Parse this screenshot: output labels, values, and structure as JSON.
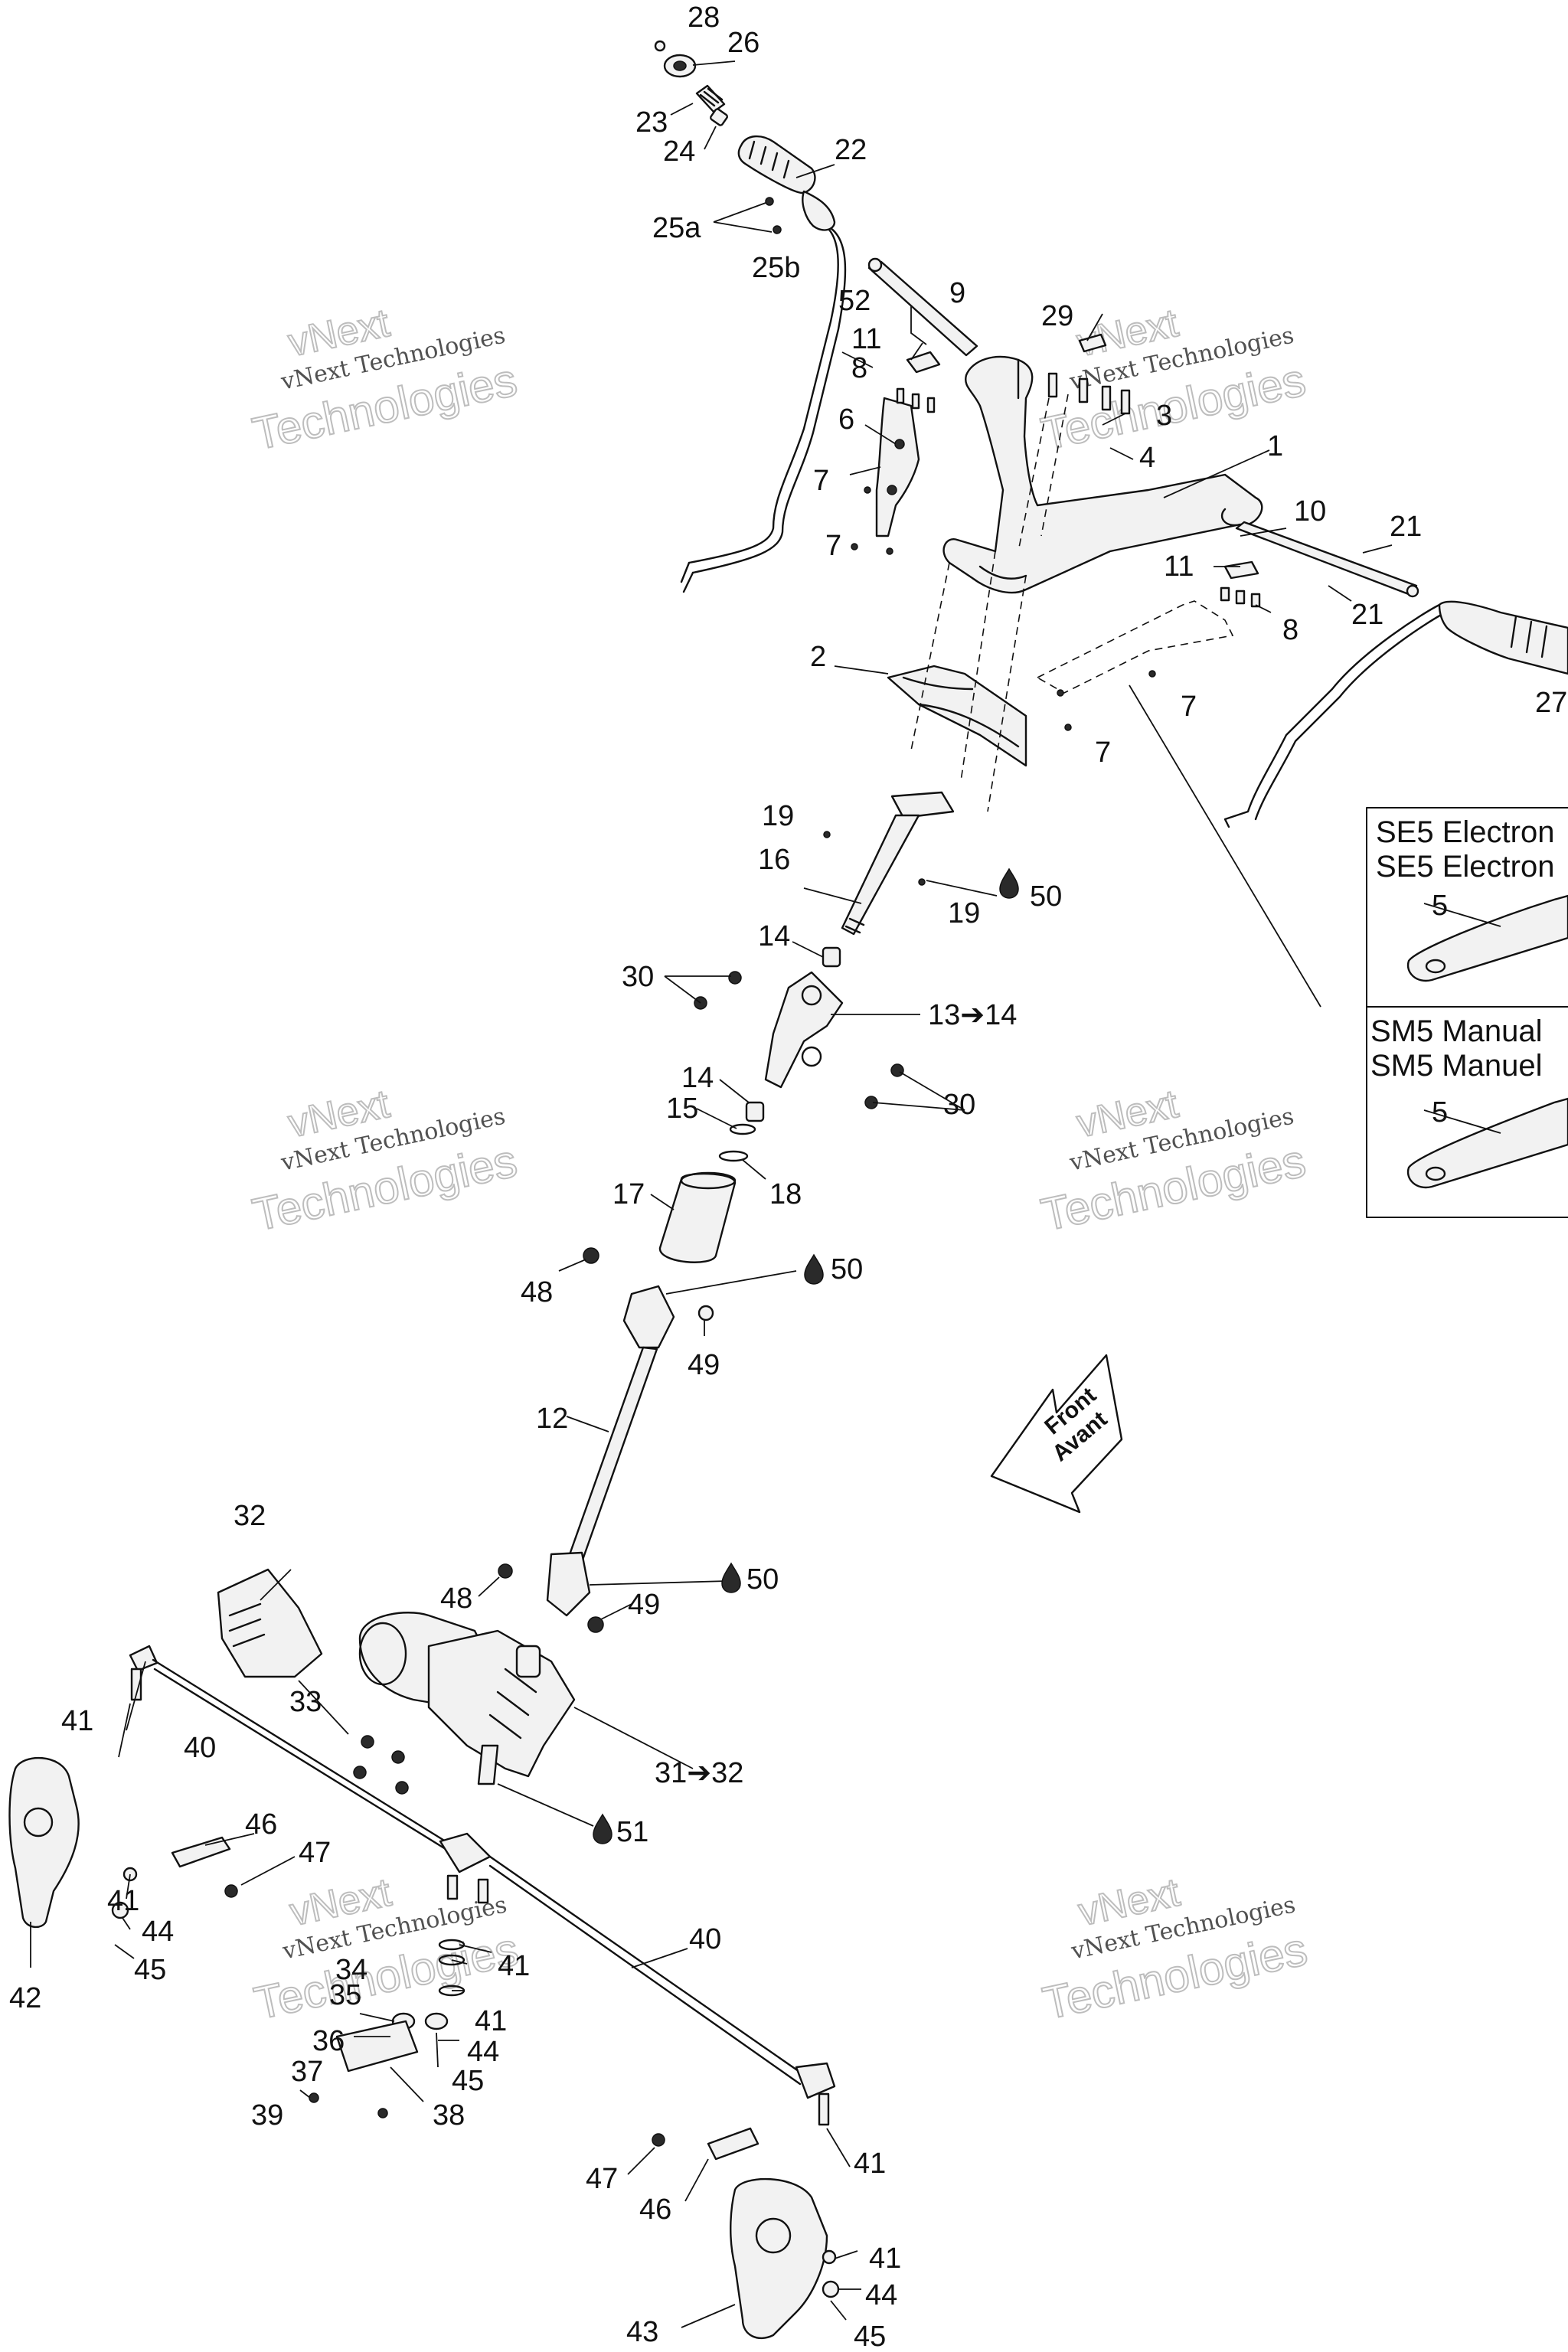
{
  "callouts": {
    "c1": "1",
    "c2": "2",
    "c3": "3",
    "c4": "4",
    "c5a": "5",
    "c5b": "5",
    "c6": "6",
    "c7a": "7",
    "c7b": "7",
    "c7c": "7",
    "c7d": "7",
    "c8a": "8",
    "c8b": "8",
    "c9": "9",
    "c10": "10",
    "c11a": "11",
    "c11b": "11",
    "c12": "12",
    "c13": "13➔14",
    "c14a": "14",
    "c14b": "14",
    "c15": "15",
    "c16": "16",
    "c17": "17",
    "c18": "18",
    "c19a": "19",
    "c19b": "19",
    "c21a": "21",
    "c21b": "21",
    "c22": "22",
    "c23": "23",
    "c24": "24",
    "c25a": "25a",
    "c25b": "25b",
    "c26": "26",
    "c27": "27",
    "c28": "28",
    "c29": "29",
    "c30a": "30",
    "c30b": "30",
    "c31": "31➔32",
    "c32": "32",
    "c33": "33",
    "c34": "34",
    "c35": "35",
    "c36": "36",
    "c37": "37",
    "c38": "38",
    "c39": "39",
    "c40a": "40",
    "c40b": "40",
    "c41a": "41",
    "c41b": "41",
    "c41c": "41",
    "c41d": "41",
    "c41e": "41",
    "c41f": "41",
    "c42": "42",
    "c43": "43",
    "c44a": "44",
    "c44b": "44",
    "c44c": "44",
    "c45a": "45",
    "c45b": "45",
    "c45c": "45",
    "c46a": "46",
    "c46b": "46",
    "c47a": "47",
    "c47b": "47",
    "c48a": "48",
    "c48b": "48",
    "c49a": "49",
    "c49b": "49",
    "c50a": "50",
    "c50b": "50",
    "c50c": "50",
    "c51": "51",
    "c52": "52"
  },
  "variant_box": {
    "se5_line1": "SE5 Electron",
    "se5_line2": "SE5 Electron",
    "sm5_line1": "SM5 Manual",
    "sm5_line2": "SM5 Manuel"
  },
  "direction_arrow": {
    "line1": "Front",
    "line2": "Avant"
  },
  "watermark": {
    "line1": "vNext",
    "line2": "vNext Technologies",
    "line3": "Technologies"
  },
  "icons": {
    "lubricant": "oil-drop-icon",
    "direction": "front-arrow-icon"
  }
}
